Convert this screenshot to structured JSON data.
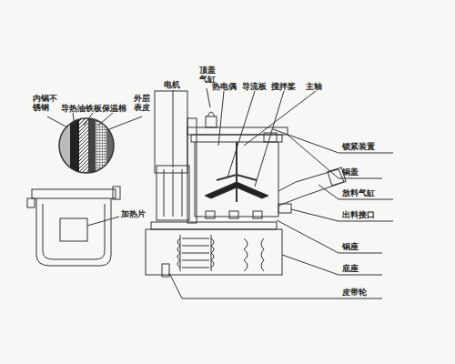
{
  "diagram": {
    "labels": [
      "内锅不锈钢",
      "导热油",
      "铁板",
      "保温棉",
      "外层表皮",
      "加热片",
      "电机",
      "顶盖气缸",
      "热电偶",
      "导流板",
      "搅拌桨",
      "主轴",
      "锁紧装置",
      "锅盖",
      "放料气缸",
      "出料接口",
      "锅座",
      "底座",
      "皮带轮"
    ]
  }
}
